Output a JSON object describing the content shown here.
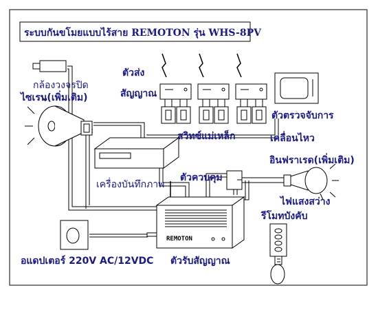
{
  "title": "ระบบกันขโมยแบบไร้สาย REMOTON รุ่น WHS-8PV",
  "labels": {
    "transmitter_1": "ตัวส่ง",
    "transmitter_2": "สัญญาณ",
    "camera": "กล้องวงจรปิด",
    "siren": "ไซเรน(เพิ่มเติม)",
    "magnetic_switch": "สวิทซ์แม่เหล็ก",
    "motion_1": "ตัวตรวจจับการ",
    "motion_2": "เคลื่อนไหว",
    "recorder": "เครื่องบันทึกภาพ",
    "controller": "ตัวควบคุม",
    "infrared": "อินฟราเรด(เพิ่มเติม)",
    "floodlight": "ไฟแสงสว่าง",
    "remote": "รีโมทบังคับ",
    "adapter": "อแดปเตอร์ 220V AC/12VDC",
    "receiver": "ตัวรับสัญญาณ",
    "brand": "REMOTON"
  },
  "colors": {
    "text": "#1a1a8a",
    "line": "#000000",
    "background": "#ffffff"
  }
}
